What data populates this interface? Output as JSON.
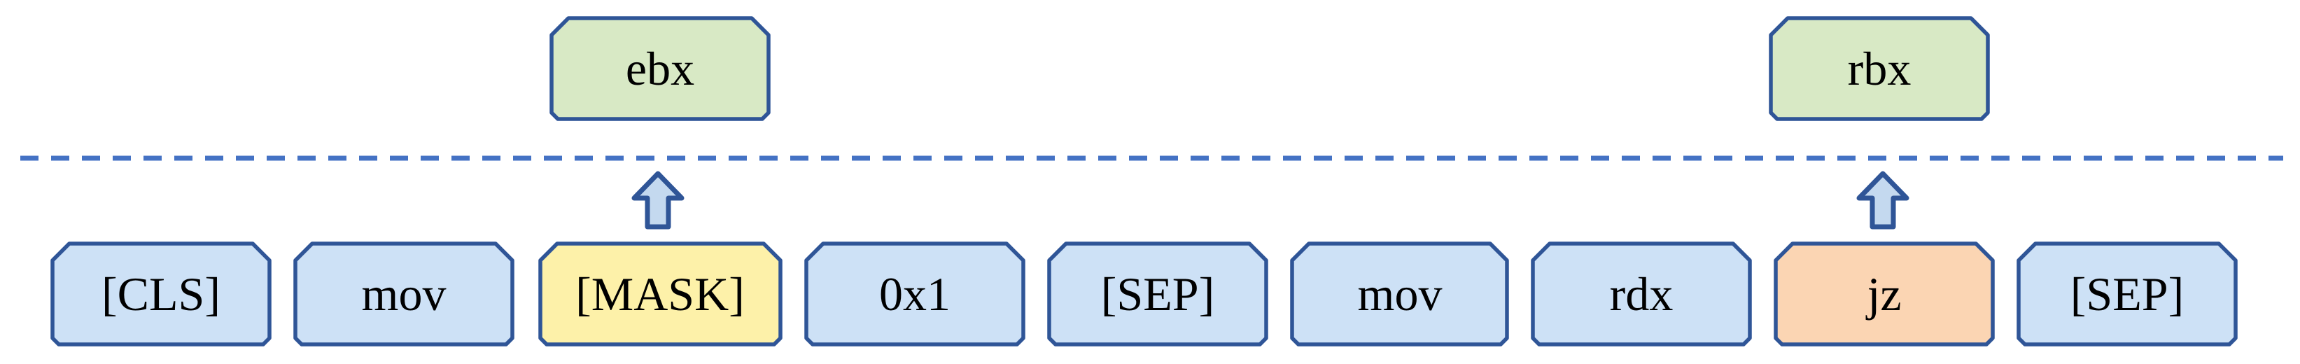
{
  "figure": {
    "kind": "masked-language-model-prediction-diagram"
  },
  "colors": {
    "token_default_fill": "#cde1f6",
    "token_masked_fill": "#fdf1a9",
    "token_highlight_fill": "#fbd5b3",
    "prediction_fill": "#d8e9c5",
    "arrow_fill": "#c4d9ef",
    "box_border": "#2f5597",
    "dashed_line": "#4472c4",
    "text": "#000000"
  },
  "input_tokens": [
    {
      "label": "[CLS]",
      "type": "special"
    },
    {
      "label": "mov",
      "type": "default"
    },
    {
      "label": "[MASK]",
      "type": "masked"
    },
    {
      "label": "0x1",
      "type": "default"
    },
    {
      "label": "[SEP]",
      "type": "special"
    },
    {
      "label": "mov",
      "type": "default"
    },
    {
      "label": "rdx",
      "type": "default"
    },
    {
      "label": "jz",
      "type": "highlight"
    },
    {
      "label": "[SEP]",
      "type": "special"
    }
  ],
  "predictions": [
    {
      "label": "ebx",
      "for_token": "[MASK]"
    },
    {
      "label": "rbx",
      "for_token": "jz"
    }
  ]
}
